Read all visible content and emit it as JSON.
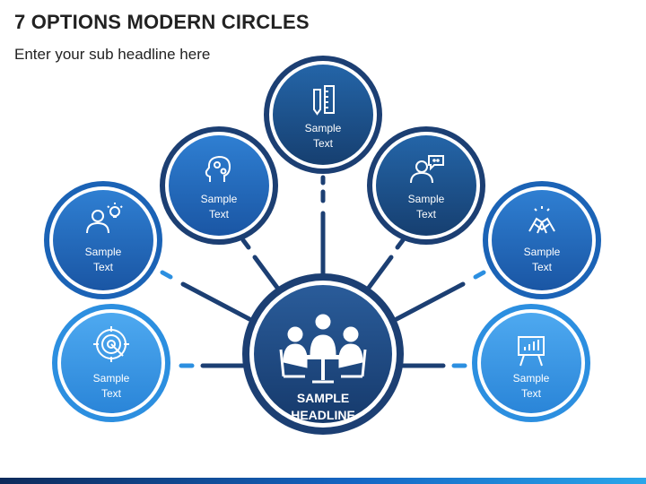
{
  "title": "7 OPTIONS MODERN CIRCLES",
  "subtitle": "Enter your sub headline here",
  "hub": {
    "line1": "SAMPLE",
    "line2": "HEADLINE",
    "icon": "meeting-table-icon"
  },
  "options": [
    {
      "line1": "Sample",
      "line2": "Text",
      "icon": "target-icon"
    },
    {
      "line1": "Sample",
      "line2": "Text",
      "icon": "idea-person-icon"
    },
    {
      "line1": "Sample",
      "line2": "Text",
      "icon": "brain-gears-icon"
    },
    {
      "line1": "Sample",
      "line2": "Text",
      "icon": "pencil-ruler-icon"
    },
    {
      "line1": "Sample",
      "line2": "Text",
      "icon": "chat-person-icon"
    },
    {
      "line1": "Sample",
      "line2": "Text",
      "icon": "handshake-icon"
    },
    {
      "line1": "Sample",
      "line2": "Text",
      "icon": "presentation-chart-icon"
    }
  ],
  "colors": {
    "navy": "#1c3f73",
    "option_dark": "#17497f",
    "option_mid": "#1b63b6",
    "option_light": "#2c8fe0",
    "ring": "#ffffff"
  }
}
